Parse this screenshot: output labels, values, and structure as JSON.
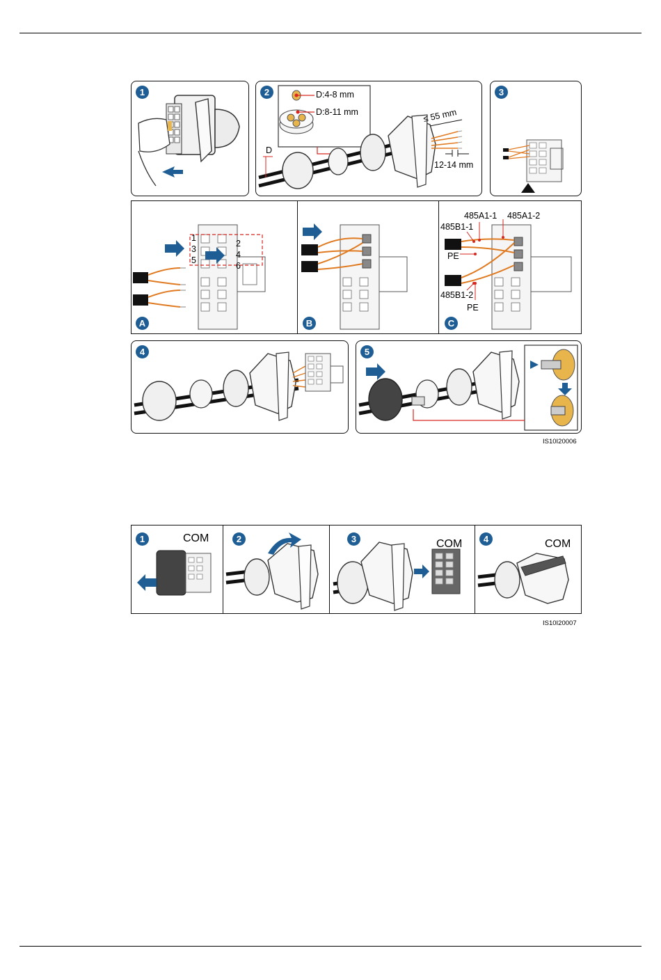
{
  "figure1": {
    "id": "IS10I20006",
    "steps": [
      "1",
      "2",
      "3",
      "4",
      "5"
    ],
    "substeps": [
      "A",
      "B",
      "C"
    ],
    "step2_labels": {
      "d_small": "D:4-8 mm",
      "d_large": "D:8-11 mm",
      "strip_length": "≤ 55 mm",
      "wire_strip": "12-14 mm",
      "diameter": "D"
    },
    "pin_numbers": [
      "1",
      "2",
      "3",
      "4",
      "5",
      "6"
    ],
    "wiring_labels": {
      "a1_1": "485A1-1",
      "a1_2": "485A1-2",
      "b1_1": "485B1-1",
      "b1_2": "485B1-2",
      "pe_top": "PE",
      "pe_bottom": "PE"
    }
  },
  "figure2": {
    "id": "IS10I20007",
    "steps": [
      "1",
      "2",
      "3",
      "4"
    ],
    "com_label": "COM"
  },
  "colors": {
    "badge": "#1f5e95",
    "arrow": "#1f5e95",
    "wire": "#e07a20",
    "callout": "#d8261e",
    "seal": "#e8b44c"
  }
}
